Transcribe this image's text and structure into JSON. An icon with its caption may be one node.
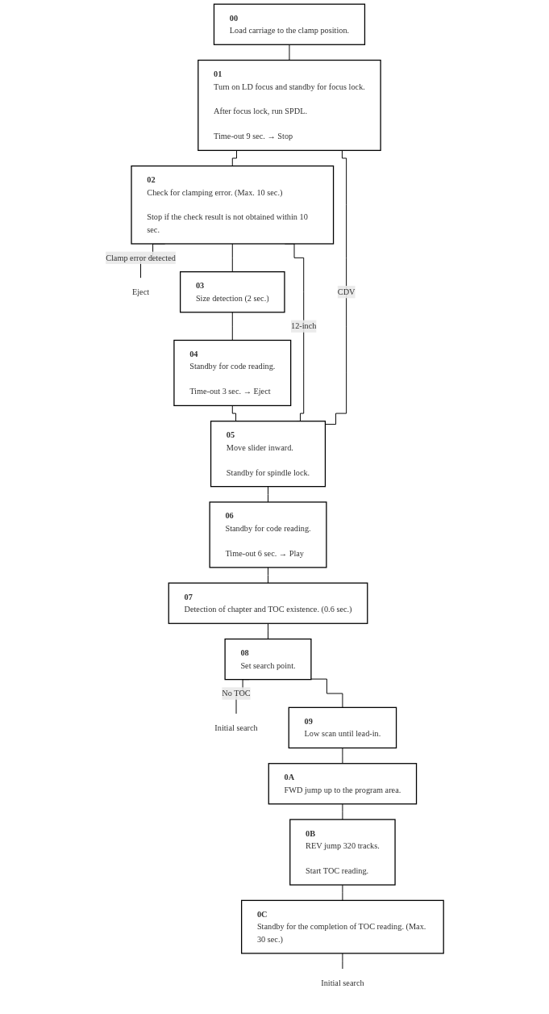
{
  "diagram": {
    "nodes": [
      {
        "text": [
          "00",
          "Load carriage to the clamp position."
        ]
      },
      {
        "text": [
          "01",
          "Turn on LD focus and standby for focus lock.",
          "After focus lock, run SPDL.",
          "Time-out 9 sec. → Stop"
        ]
      },
      {
        "text": [
          "02",
          "Check for clamping error. (Max. 10 sec.)",
          "Stop if the check result is not obtained within 10 sec."
        ]
      },
      {
        "text": [
          "Eject"
        ]
      },
      {
        "text": [
          "03",
          "Size detection (2 sec.)"
        ]
      },
      {
        "text": [
          "04",
          "Standby for code reading.",
          "Time-out 3 sec. → Eject"
        ]
      },
      {
        "text": [
          "05",
          "Move slider inward.",
          "Standby for spindle lock."
        ]
      },
      {
        "text": [
          "06",
          "Standby for code reading.",
          "Time-out 6 sec. → Play"
        ]
      },
      {
        "text": [
          "07",
          "Detection of chapter and TOC existence. (0.6 sec.)"
        ]
      },
      {
        "text": [
          "08",
          "Set search point."
        ]
      },
      {
        "text": [
          "Initial search"
        ]
      },
      {
        "text": [
          "09",
          "Low scan until lead-in."
        ]
      },
      {
        "text": [
          "0A",
          "FWD jump up to the program area."
        ]
      },
      {
        "text": [
          "0B",
          "REV jump 320 tracks.",
          "Start TOC reading."
        ]
      },
      {
        "text": [
          "0C",
          "Standby for the completion of TOC reading. (Max. 30 sec.)"
        ]
      },
      {
        "text": [
          "Initial search"
        ]
      }
    ],
    "edges": [
      {
        "from": 0,
        "to": 1,
        "arrow": "none"
      },
      {
        "from": 1,
        "to": 2,
        "arrow": "none"
      },
      {
        "from": 1,
        "to": 6,
        "arrow": "none",
        "label": "CDV"
      },
      {
        "from": 2,
        "to": 3,
        "arrow": "none",
        "label": "Clamp error detected"
      },
      {
        "from": 2,
        "to": 4,
        "arrow": "none"
      },
      {
        "from": 2,
        "to": 6,
        "arrow": "none",
        "label": "12-inch"
      },
      {
        "from": 4,
        "to": 5,
        "arrow": "none"
      },
      {
        "from": 5,
        "to": 6,
        "arrow": "none"
      },
      {
        "from": 6,
        "to": 7,
        "arrow": "none"
      },
      {
        "from": 7,
        "to": 8,
        "arrow": "none"
      },
      {
        "from": 8,
        "to": 9,
        "arrow": "none"
      },
      {
        "from": 9,
        "to": 10,
        "arrow": "none",
        "label": "No TOC"
      },
      {
        "from": 9,
        "to": 11,
        "arrow": "none"
      },
      {
        "from": 11,
        "to": 12,
        "arrow": "none"
      },
      {
        "from": 12,
        "to": 13,
        "arrow": "none"
      },
      {
        "from": 13,
        "to": 14,
        "arrow": "none"
      },
      {
        "from": 14,
        "to": 15,
        "arrow": "none"
      }
    ]
  }
}
